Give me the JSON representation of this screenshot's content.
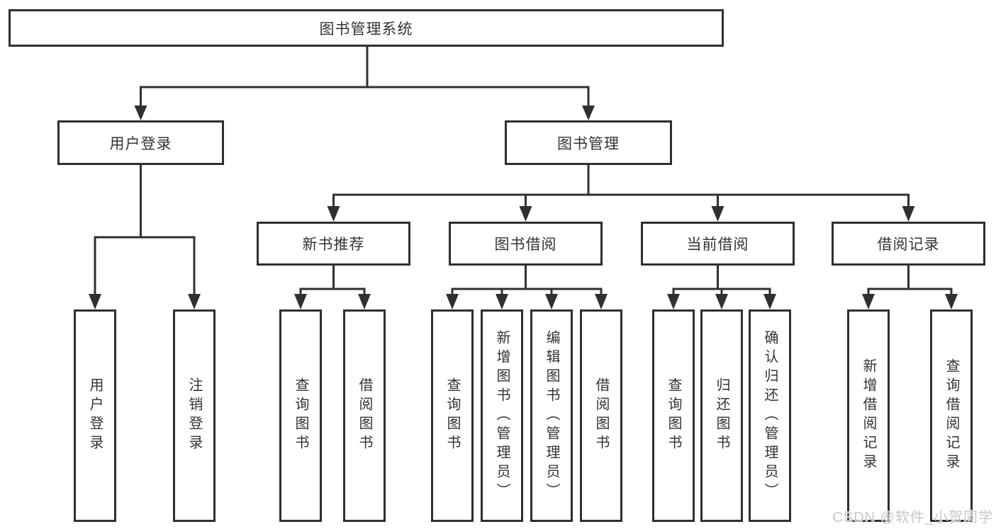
{
  "tree": {
    "root": {
      "label": "图书管理系统",
      "children": [
        {
          "label": "用户登录",
          "children": [
            {
              "label": "用户登录"
            },
            {
              "label": "注销登录"
            }
          ]
        },
        {
          "label": "图书管理",
          "children": [
            {
              "label": "新书推荐",
              "children": [
                {
                  "label": "查询图书"
                },
                {
                  "label": "借阅图书"
                }
              ]
            },
            {
              "label": "图书借阅",
              "children": [
                {
                  "label": "查询图书"
                },
                {
                  "label": "新增图书（管理员）"
                },
                {
                  "label": "编辑图书（管理员）"
                },
                {
                  "label": "借阅图书"
                }
              ]
            },
            {
              "label": "当前借阅",
              "children": [
                {
                  "label": "查询图书"
                },
                {
                  "label": "归还图书"
                },
                {
                  "label": "确认归还（管理员）"
                }
              ]
            },
            {
              "label": "借阅记录",
              "children": [
                {
                  "label": "新增借阅记录"
                },
                {
                  "label": "查询借阅记录"
                }
              ]
            }
          ]
        }
      ]
    }
  },
  "watermark": {
    "text": "CSDN @软件_小贺同学"
  },
  "colors": {
    "line": "#303030",
    "box_border": "#2f2f2f",
    "box_background": "#ffffff",
    "text": "#333333",
    "watermark": "#bec2c7"
  }
}
